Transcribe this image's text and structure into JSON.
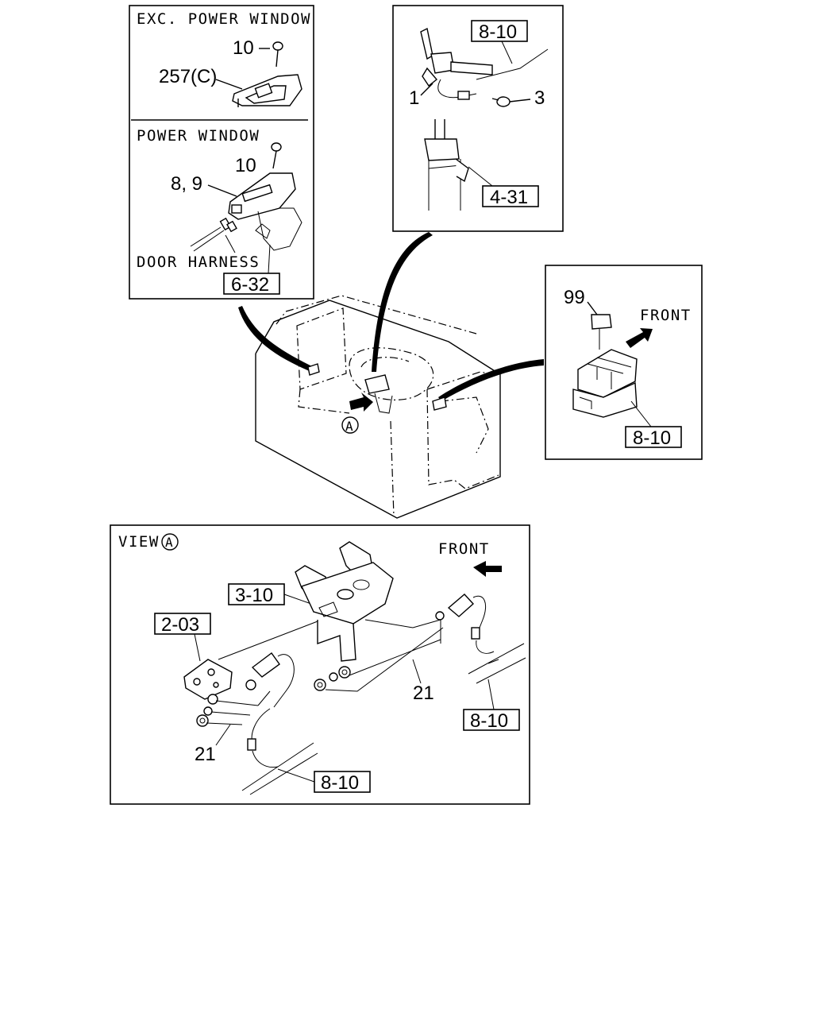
{
  "panels": {
    "window_switch": {
      "exc_heading": "EXC. POWER WINDOW",
      "pw_heading": "POWER WINDOW",
      "callout_10_top": "10",
      "callout_257": "257(C)",
      "callout_10_bottom": "10",
      "callout_8_9": "8, 9",
      "door_harness": "DOOR HARNESS",
      "ref_6_32": "6-32"
    },
    "column_switch": {
      "ref_8_10": "8-10",
      "callout_1": "1",
      "callout_3": "3",
      "ref_4_31": "4-31"
    },
    "relay": {
      "callout_99": "99",
      "front": "FRONT",
      "ref_8_10": "8-10"
    },
    "dash": {
      "view_marker": "A"
    },
    "view_a": {
      "title": "VIEW",
      "title_marker": "A",
      "front": "FRONT",
      "ref_3_10": "3-10",
      "ref_2_03": "2-03",
      "callout_21_right": "21",
      "callout_21_left": "21",
      "ref_8_10_right": "8-10",
      "ref_8_10_bottom": "8-10"
    }
  }
}
